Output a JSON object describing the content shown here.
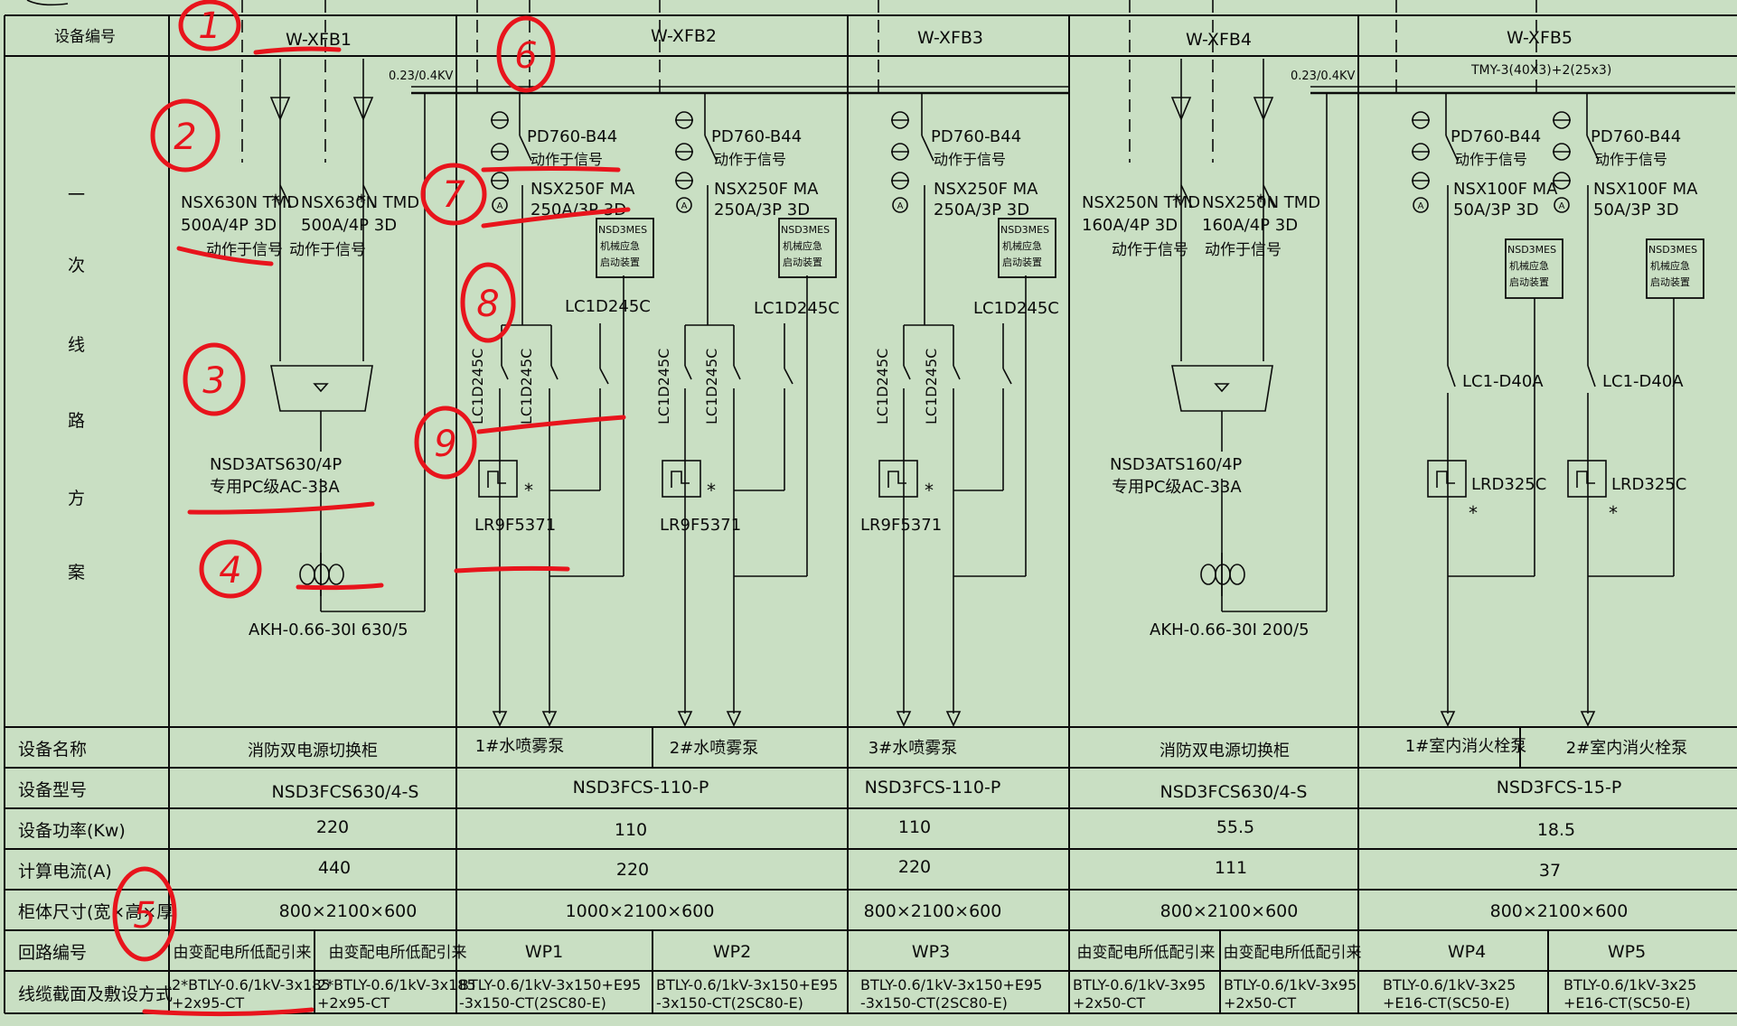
{
  "row_labels": {
    "device_no": "设备编号",
    "scheme_chars": [
      "一",
      "次",
      "线",
      "路",
      "方",
      "案"
    ],
    "device_name": "设备名称",
    "device_model": "设备型号",
    "power": "设备功率(Kw)",
    "current": "计算电流(A)",
    "cabinet_size": "柜体尺寸(宽×高×厚",
    "circuit_no": "回路编号",
    "cable": "线缆截面及敷设方式"
  },
  "columns": [
    {
      "device_no": "W-XFB1",
      "voltage": "0.23/0.4KV",
      "breakers": [
        {
          "model": "NSX630N TMD",
          "rating": "500A/4P 3D",
          "note": "动作于信号"
        },
        {
          "model": "NSX630N TMD",
          "rating": "500A/4P 3D",
          "note": "动作于信号"
        }
      ],
      "ats": [
        "NSD3ATS630/4P",
        "专用PC级AC-33A"
      ],
      "ct": "AKH-0.66-30I 630/5",
      "device_name": "消防双电源切换柜",
      "device_model": "NSD3FCS630/4-S",
      "power": "220",
      "current": "440",
      "size": "800×2100×600",
      "circuits": [
        "由变配电所低配引来",
        "由变配电所低配引来"
      ],
      "cables": [
        [
          "2*BTLY-0.6/1kV-3x185",
          "+2x95-CT"
        ],
        [
          "2*BTLY-0.6/1kV-3x185",
          "+2x95-CT"
        ]
      ]
    },
    {
      "device_no": "W-XFB2",
      "pd": "PD760-B44",
      "pd_note": "动作于信号",
      "breaker": [
        "NSX250F MA",
        "250A/3P 3D"
      ],
      "starter": [
        "NSD3MES",
        "机械应急",
        "启动装置"
      ],
      "lc": "LC1D245C",
      "relay": "LR9F5371",
      "device_names": [
        "1#水喷雾泵",
        "2#水喷雾泵"
      ],
      "device_model": "NSD3FCS-110-P",
      "power": "110",
      "current": "220",
      "size": "1000×2100×600",
      "circuits": [
        "WP1",
        "WP2"
      ],
      "cables": [
        [
          "BTLY-0.6/1kV-3x150+E95",
          "-3x150-CT(2SC80-E)"
        ],
        [
          "BTLY-0.6/1kV-3x150+E95",
          "-3x150-CT(2SC80-E)"
        ]
      ]
    },
    {
      "device_no": "W-XFB3",
      "device_names": [
        "3#水喷雾泵"
      ],
      "device_model": "NSD3FCS-110-P",
      "power": "110",
      "current": "220",
      "size": "800×2100×600",
      "circuits": [
        "WP3"
      ],
      "cables": [
        [
          "BTLY-0.6/1kV-3x150+E95",
          "-3x150-CT(2SC80-E)"
        ]
      ]
    },
    {
      "device_no": "W-XFB4",
      "voltage": "0.23/0.4KV",
      "breakers": [
        {
          "model": "NSX250N TMD",
          "rating": "160A/4P 3D",
          "note": "动作于信号"
        },
        {
          "model": "NSX250N TMD",
          "rating": "160A/4P 3D",
          "note": "动作于信号"
        }
      ],
      "ats": [
        "NSD3ATS160/4P",
        "专用PC级AC-33A"
      ],
      "ct": "AKH-0.66-30I 200/5",
      "device_name": "消防双电源切换柜",
      "device_model": "NSD3FCS630/4-S",
      "power": "55.5",
      "current": "111",
      "size": "800×2100×600",
      "circuits": [
        "由变配电所低配引来",
        "由变配电所低配引来"
      ],
      "cables": [
        [
          "BTLY-0.6/1kV-3x95",
          "+2x50-CT"
        ],
        [
          "BTLY-0.6/1kV-3x95",
          "+2x50-CT"
        ]
      ]
    },
    {
      "device_no": "W-XFB5",
      "busbar": "TMY-3(40X3)+2(25x3)",
      "breaker": [
        "NSX100F MA",
        "50A/3P 3D"
      ],
      "lc": "LC1-D40A",
      "relay": "LRD325C",
      "device_names": [
        "1#室内消火栓泵",
        "2#室内消火栓泵"
      ],
      "device_model": "NSD3FCS-15-P",
      "power": "18.5",
      "current": "37",
      "size": "800×2100×600",
      "circuits": [
        "WP4",
        "WP5"
      ],
      "cables": [
        [
          "BTLY-0.6/1kV-3x25",
          "+E16-CT(SC50-E)"
        ],
        [
          "BTLY-0.6/1kV-3x25",
          "+E16-CT(SC50-E)"
        ]
      ]
    }
  ],
  "annotations": [
    "1",
    "2",
    "3",
    "4",
    "5",
    "6",
    "7",
    "8",
    "9"
  ],
  "colors": {
    "background": "#c9dfc3",
    "line": "#0b0b0b",
    "markup": "#e8141c"
  }
}
